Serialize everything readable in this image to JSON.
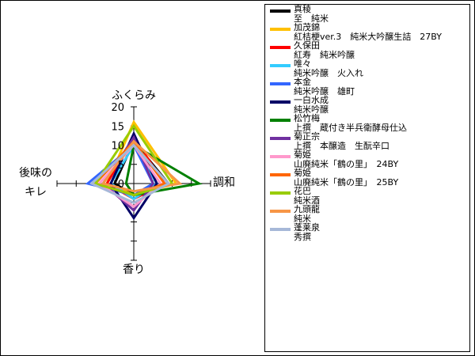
{
  "chart_data": {
    "type": "radar",
    "axes": [
      "ふくらみ",
      "調和",
      "香り",
      "後味の\nキレ"
    ],
    "rmax": 20,
    "ticks": [
      "0",
      "5",
      "10",
      "15",
      "20"
    ],
    "legend_position": "right",
    "series": [
      {
        "name": "真稜\n至　純米",
        "color": "#000000",
        "values": [
          11,
          9,
          3,
          5
        ]
      },
      {
        "name": "加茂錦\n紅桔梗ver.3　純米大吟醸生詰　27BY",
        "color": "#ffc000",
        "values": [
          16,
          11,
          3,
          7
        ]
      },
      {
        "name": "久保田\n紅寿　純米吟醸",
        "color": "#ff0000",
        "values": [
          12,
          8,
          4,
          7
        ]
      },
      {
        "name": "唯々\n純米吟醸　火入れ",
        "color": "#33ccff",
        "values": [
          10,
          6,
          4,
          6
        ]
      },
      {
        "name": "本金\n純米吟醸　雄町",
        "color": "#3366ff",
        "values": [
          10,
          5,
          3,
          12
        ]
      },
      {
        "name": "一白水成\n純米吟醸",
        "color": "#000066",
        "values": [
          13,
          6,
          9,
          6
        ]
      },
      {
        "name": "松竹梅\n上撰　蔵付き半兵衛酵母仕込",
        "color": "#008000",
        "values": [
          10,
          17,
          3,
          2
        ]
      },
      {
        "name": "菊正宗\n上撰　本醸造　生酛辛口",
        "color": "#7030a0",
        "values": [
          12,
          5,
          7,
          8
        ]
      },
      {
        "name": "菊姫\n山廃純米「鶴の里」　24BY",
        "color": "#ff99cc",
        "values": [
          10,
          7,
          6,
          9
        ]
      },
      {
        "name": "菊姫\n山廃純米「鶴の里」　25BY",
        "color": "#ff6600",
        "values": [
          11,
          8,
          3,
          10
        ]
      },
      {
        "name": "花巴\n純米酒",
        "color": "#99cc00",
        "values": [
          15,
          10,
          3,
          10
        ]
      },
      {
        "name": "九頭龍\n純米",
        "color": "#f79646",
        "values": [
          11,
          12,
          2,
          8
        ]
      },
      {
        "name": "蓬莱泉\n秀撰",
        "color": "#a6b8d8",
        "values": [
          10,
          9,
          5,
          11
        ]
      }
    ]
  }
}
